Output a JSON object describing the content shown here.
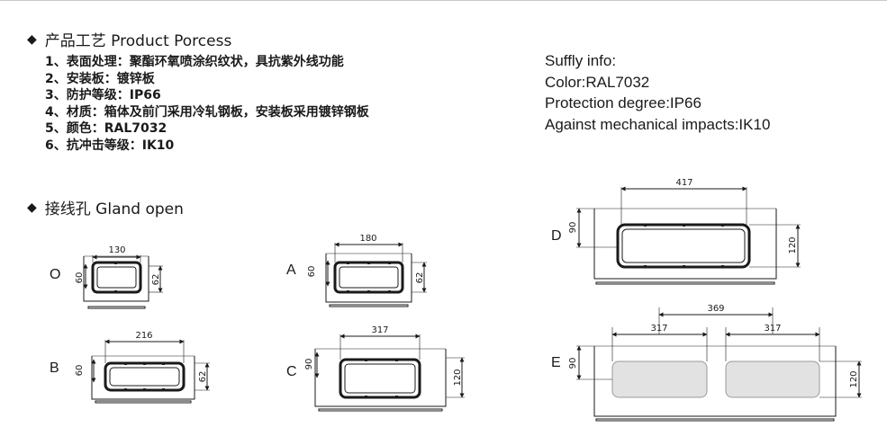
{
  "process": {
    "heading": "产品工艺 Product Porcess",
    "items": [
      "1、表面处理：聚酯环氧喷涂织纹状，具抗紫外线功能",
      "2、安装板：镀锌板",
      "3、防护等级：IP66",
      "4、材质：箱体及前门采用冷轧钢板，安装板采用镀锌钢板",
      "5、颜色：RAL7032",
      "6、抗冲击等级：IK10"
    ]
  },
  "info": {
    "lines": [
      "Suffly info:",
      "Color:RAL7032",
      "Protection degree:IP66",
      "Against mechanical impacts:IK10"
    ]
  },
  "gland": {
    "heading": "接线孔 Gland open",
    "types": [
      {
        "label": "O",
        "width": "130",
        "height": "60",
        "height2": "62"
      },
      {
        "label": "A",
        "width": "180",
        "height": "60",
        "height2": "62"
      },
      {
        "label": "B",
        "width": "216",
        "height": "60",
        "height2": "62"
      },
      {
        "label": "C",
        "width": "317",
        "height": "90",
        "height2": "120"
      },
      {
        "label": "D",
        "width": "417",
        "height": "90",
        "height2": "120"
      },
      {
        "label": "E",
        "width": "317",
        "width2": "317",
        "span": "369",
        "height": "90",
        "height2": "120"
      }
    ]
  }
}
